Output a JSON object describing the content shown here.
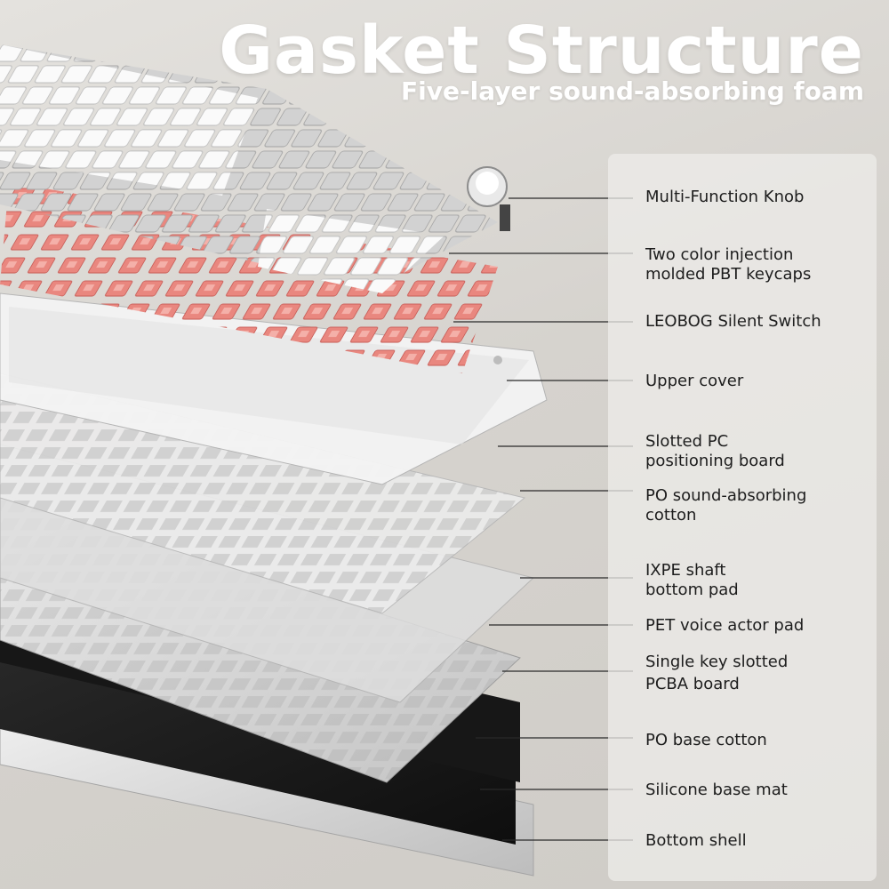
{
  "header": {
    "title": "Gasket Structure",
    "subtitle": "Five-layer sound-absorbing foam"
  },
  "callouts": [
    {
      "text": "Multi-Function Knob"
    },
    {
      "lines": [
        "Two color injection",
        "molded PBT keycaps"
      ]
    },
    {
      "text": "LEOBOG Silent Switch"
    },
    {
      "text": "Upper cover"
    },
    {
      "lines": [
        "Slotted PC",
        "positioning board"
      ]
    },
    {
      "lines": [
        "PO sound-absorbing",
        "cotton"
      ]
    },
    {
      "lines": [
        "IXPE shaft",
        "bottom pad"
      ]
    },
    {
      "text": "PET voice actor pad"
    },
    {
      "lines": [
        "Single key slotted",
        "PCBA board"
      ]
    },
    {
      "text": "PO base cotton"
    },
    {
      "text": "Silicone base mat"
    },
    {
      "text": "Bottom shell"
    }
  ],
  "colors": {
    "background": "#d8d5d0",
    "title": "#ffffff",
    "label_text": "#1d1d1d",
    "leader_line": "#2a2a2a",
    "switch": "#e9877f",
    "keycap_white": "#f6f6f6",
    "keycap_gray": "#c9c9c9",
    "base_black": "#1c1c1c"
  }
}
